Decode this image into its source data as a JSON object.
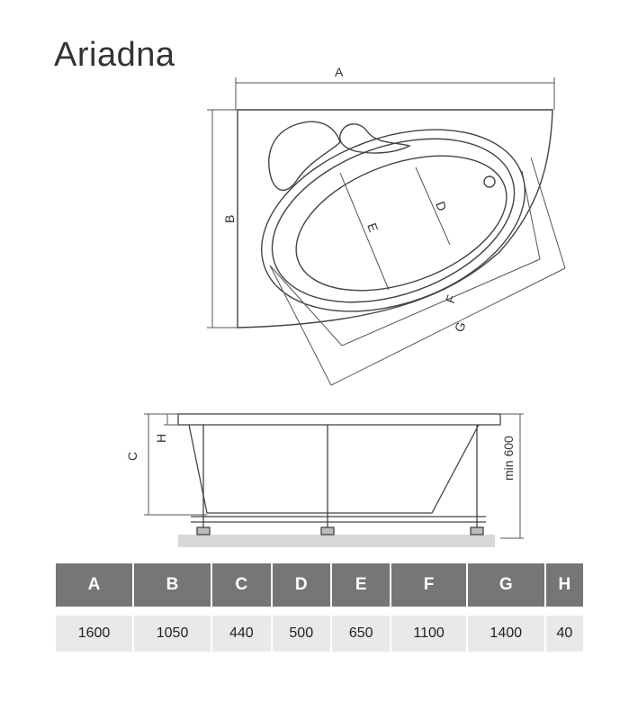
{
  "title": "Ariadna",
  "plan_labels": {
    "A": "A",
    "B": "B",
    "D": "D",
    "E": "E",
    "F": "F",
    "G": "G"
  },
  "side_labels": {
    "C": "C",
    "H": "H",
    "min600": "min 600"
  },
  "table": {
    "headers": [
      "A",
      "B",
      "C",
      "D",
      "E",
      "F",
      "G",
      "H"
    ],
    "values": [
      "1600",
      "1050",
      "440",
      "500",
      "650",
      "1100",
      "1400",
      "40"
    ]
  }
}
